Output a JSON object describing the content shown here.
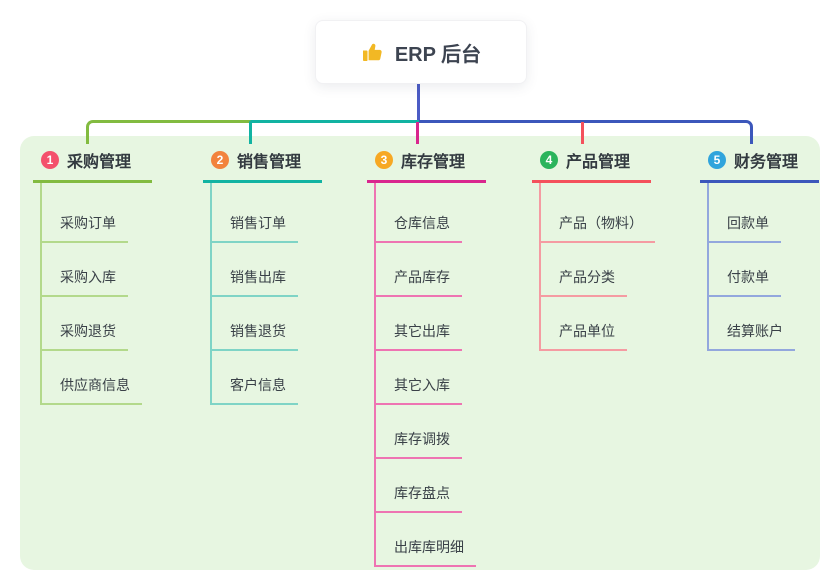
{
  "root": {
    "title": "ERP 后台",
    "icon": "thumbs-up-icon"
  },
  "colors": {
    "root_line": "#4c5cc5",
    "panel_bg": "#e7f6e1"
  },
  "branches": [
    {
      "index": "1",
      "title": "采购管理",
      "badge_color": "#f4516c",
      "line_color": "#82bb40",
      "child_line_color": "#b3d98b",
      "children": [
        "采购订单",
        "采购入库",
        "采购退货",
        "供应商信息"
      ]
    },
    {
      "index": "2",
      "title": "销售管理",
      "badge_color": "#f2833d",
      "line_color": "#12b3a2",
      "child_line_color": "#7fd4c6",
      "children": [
        "销售订单",
        "销售出库",
        "销售退货",
        "客户信息"
      ]
    },
    {
      "index": "3",
      "title": "库存管理",
      "badge_color": "#f7a823",
      "line_color": "#d9268e",
      "child_line_color": "#ee74b2",
      "children": [
        "仓库信息",
        "产品库存",
        "其它出库",
        "其它入库",
        "库存调拨",
        "库存盘点",
        "出库库明细"
      ]
    },
    {
      "index": "4",
      "title": "产品管理",
      "badge_color": "#2bb45c",
      "line_color": "#f4515c",
      "child_line_color": "#f59ba2",
      "children": [
        "产品（物料）",
        "产品分类",
        "产品单位"
      ]
    },
    {
      "index": "5",
      "title": "财务管理",
      "badge_color": "#30a4dc",
      "line_color": "#3c57bb",
      "child_line_color": "#93a7dd",
      "children": [
        "回款单",
        "付款单",
        "结算账户"
      ]
    }
  ]
}
